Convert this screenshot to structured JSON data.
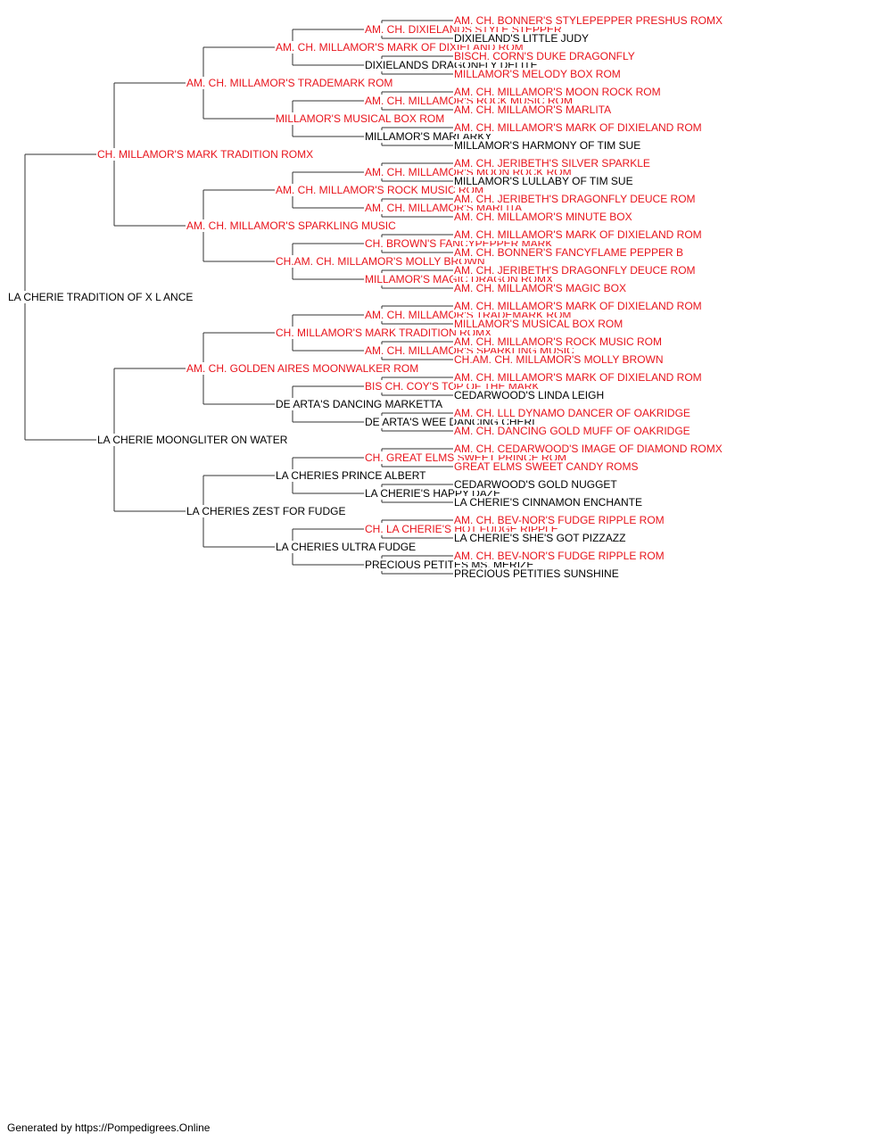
{
  "colors": {
    "champion": "#e8141c",
    "normal": "#000000",
    "line": "#333333"
  },
  "pedigree": {
    "name": "LA CHERIE TRADITION OF X L ANCE",
    "champion": false,
    "sire": {
      "name": "CH. MILLAMOR'S MARK TRADITION ROMX",
      "champion": true,
      "sire": {
        "name": "AM. CH. MILLAMOR'S TRADEMARK ROM",
        "champion": true,
        "sire": {
          "name": "AM. CH. MILLAMOR'S MARK OF DIXIELAND ROM",
          "champion": true,
          "sire": {
            "name": "AM. CH. DIXIELANDS STYLE STEPPER",
            "champion": true,
            "sire": {
              "name": "AM. CH. BONNER'S STYLEPEPPER PRESHUS ROMX",
              "champion": true
            },
            "dam": {
              "name": "DIXIELAND'S LITTLE JUDY",
              "champion": false
            }
          },
          "dam": {
            "name": "DIXIELANDS DRAGONFLY DELITE",
            "champion": false,
            "sire": {
              "name": "BISCH. CORN'S DUKE DRAGONFLY",
              "champion": true
            },
            "dam": {
              "name": "MILLAMOR'S MELODY BOX ROM",
              "champion": true
            }
          }
        },
        "dam": {
          "name": "MILLAMOR'S MUSICAL BOX ROM",
          "champion": true,
          "sire": {
            "name": "AM. CH. MILLAMOR'S ROCK MUSIC ROM",
            "champion": true,
            "sire": {
              "name": "AM. CH. MILLAMOR'S MOON ROCK ROM",
              "champion": true
            },
            "dam": {
              "name": "AM. CH. MILLAMOR'S MARLITA",
              "champion": true
            }
          },
          "dam": {
            "name": "MILLAMOR'S MARLARKY",
            "champion": false,
            "sire": {
              "name": "AM. CH. MILLAMOR'S MARK OF DIXIELAND ROM",
              "champion": true
            },
            "dam": {
              "name": "MILLAMOR'S HARMONY OF TIM SUE",
              "champion": false
            }
          }
        }
      },
      "dam": {
        "name": "AM. CH. MILLAMOR'S SPARKLING MUSIC",
        "champion": true,
        "sire": {
          "name": "AM. CH. MILLAMOR'S ROCK MUSIC ROM",
          "champion": true,
          "sire": {
            "name": "AM. CH. MILLAMOR'S MOON ROCK ROM",
            "champion": true,
            "sire": {
              "name": "AM. CH. JERIBETH'S SILVER SPARKLE",
              "champion": true
            },
            "dam": {
              "name": "MILLAMOR'S LULLABY OF TIM SUE",
              "champion": false
            }
          },
          "dam": {
            "name": "AM. CH. MILLAMOR'S MARLITA",
            "champion": true,
            "sire": {
              "name": "AM. CH. JERIBETH'S DRAGONFLY DEUCE ROM",
              "champion": true
            },
            "dam": {
              "name": "AM. CH. MILLAMOR'S MINUTE BOX",
              "champion": true
            }
          }
        },
        "dam": {
          "name": "CH.AM. CH. MILLAMOR'S MOLLY BROWN",
          "champion": true,
          "sire": {
            "name": "CH. BROWN'S FANCYPEPPER MARK",
            "champion": true,
            "sire": {
              "name": "AM. CH. MILLAMOR'S MARK OF DIXIELAND ROM",
              "champion": true
            },
            "dam": {
              "name": "AM. CH. BONNER'S FANCYFLAME PEPPER B",
              "champion": true
            }
          },
          "dam": {
            "name": "MILLAMOR'S MAGIC DRAGON ROMX",
            "champion": true,
            "sire": {
              "name": "AM. CH. JERIBETH'S DRAGONFLY DEUCE ROM",
              "champion": true
            },
            "dam": {
              "name": "AM. CH. MILLAMOR'S MAGIC BOX",
              "champion": true
            }
          }
        }
      }
    },
    "dam": {
      "name": "LA CHERIE MOONGLITER ON WATER",
      "champion": false,
      "sire": {
        "name": "AM. CH. GOLDEN AIRES MOONWALKER ROM",
        "champion": true,
        "sire": {
          "name": "CH. MILLAMOR'S MARK TRADITION ROMX",
          "champion": true,
          "sire": {
            "name": "AM. CH. MILLAMOR'S TRADEMARK ROM",
            "champion": true,
            "sire": {
              "name": "AM. CH. MILLAMOR'S MARK OF DIXIELAND ROM",
              "champion": true
            },
            "dam": {
              "name": "MILLAMOR'S MUSICAL BOX ROM",
              "champion": true
            }
          },
          "dam": {
            "name": "AM. CH. MILLAMOR'S SPARKLING MUSIC",
            "champion": true,
            "sire": {
              "name": "AM. CH. MILLAMOR'S ROCK MUSIC ROM",
              "champion": true
            },
            "dam": {
              "name": "CH.AM. CH. MILLAMOR'S MOLLY BROWN",
              "champion": true
            }
          }
        },
        "dam": {
          "name": "DE ARTA'S DANCING MARKETTA",
          "champion": false,
          "sire": {
            "name": "BIS CH. COY'S TOP OF THE MARK",
            "champion": true,
            "sire": {
              "name": "AM. CH. MILLAMOR'S MARK OF DIXIELAND ROM",
              "champion": true
            },
            "dam": {
              "name": "CEDARWOOD'S LINDA LEIGH",
              "champion": false
            }
          },
          "dam": {
            "name": "DE ARTA'S WEE DANCING CHERI",
            "champion": false,
            "sire": {
              "name": "AM. CH. LLL DYNAMO DANCER OF OAKRIDGE",
              "champion": true
            },
            "dam": {
              "name": "AM. CH. DANCING GOLD MUFF OF OAKRIDGE",
              "champion": true
            }
          }
        }
      },
      "dam": {
        "name": "LA CHERIES ZEST FOR FUDGE",
        "champion": false,
        "sire": {
          "name": "LA CHERIES PRINCE ALBERT",
          "champion": false,
          "sire": {
            "name": "CH. GREAT ELMS SWEET PRINCE ROM",
            "champion": true,
            "sire": {
              "name": "AM. CH. CEDARWOOD'S IMAGE OF DIAMOND ROMX",
              "champion": true
            },
            "dam": {
              "name": "GREAT ELMS SWEET CANDY ROMS",
              "champion": true
            }
          },
          "dam": {
            "name": "LA CHERIE'S HAPPY DAZE",
            "champion": false,
            "sire": {
              "name": "CEDARWOOD'S GOLD NUGGET",
              "champion": false
            },
            "dam": {
              "name": "LA CHERIE'S CINNAMON ENCHANTE",
              "champion": false
            }
          }
        },
        "dam": {
          "name": "LA CHERIES ULTRA FUDGE",
          "champion": false,
          "sire": {
            "name": "CH. LA CHERIE'S HOT FUDGE RIPPLE",
            "champion": true,
            "sire": {
              "name": "AM. CH. BEV-NOR'S FUDGE RIPPLE ROM",
              "champion": true
            },
            "dam": {
              "name": "LA CHERIE'S SHE'S GOT PIZZAZZ",
              "champion": false
            }
          },
          "dam": {
            "name": "PRECIOUS PETITES MS. MERIZE",
            "champion": false,
            "sire": {
              "name": "AM. CH. BEV-NOR'S FUDGE RIPPLE ROM",
              "champion": true
            },
            "dam": {
              "name": "PRECIOUS PETITIES SUNSHINE",
              "champion": false
            }
          }
        }
      }
    }
  },
  "footer": {
    "text": "Generated by https://Pompedigrees.Online"
  }
}
